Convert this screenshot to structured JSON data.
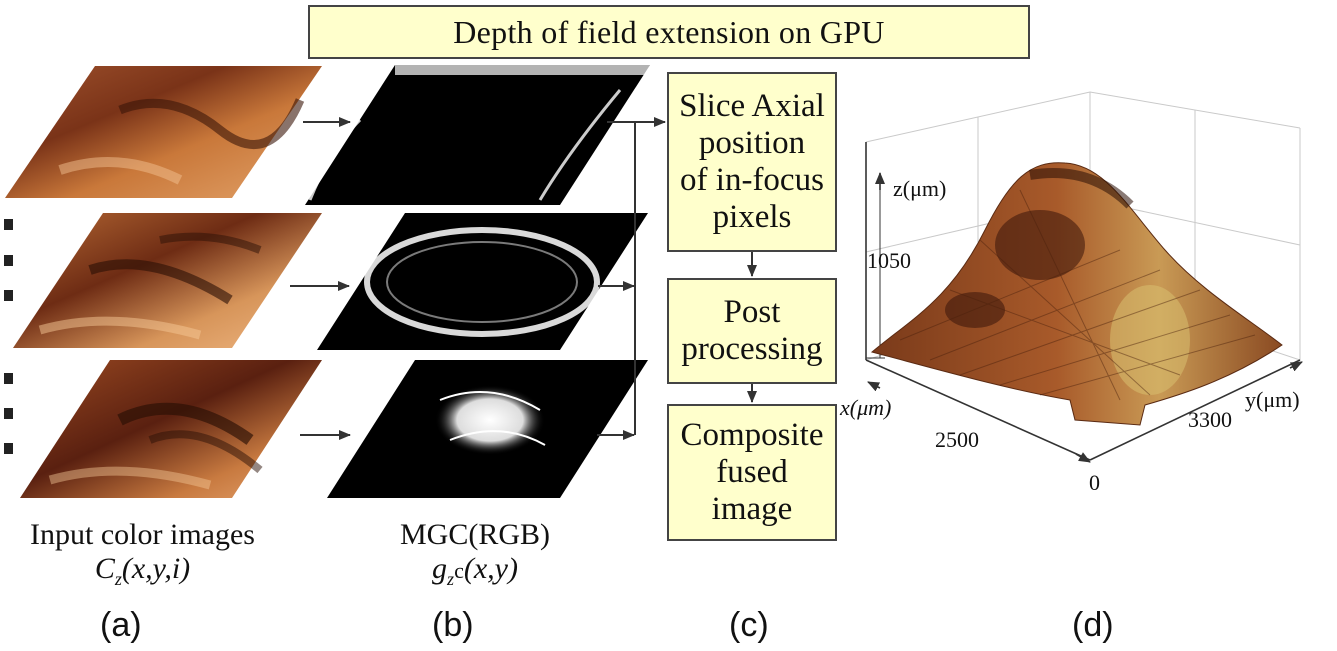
{
  "title": "Depth of field extension on GPU",
  "panel_a": {
    "caption_line1": "Input color images",
    "caption_var": "C",
    "caption_sub": "z",
    "caption_args": "(x,y,i)",
    "label": "(a)"
  },
  "panel_b": {
    "caption_line1": "MGC(RGB)",
    "caption_var": "g",
    "caption_sub": "z",
    "caption_sup": "c",
    "caption_args": "(x,y)",
    "label": "(b)"
  },
  "panel_c": {
    "steps": [
      {
        "lines": [
          "Slice Axial",
          "position",
          "of in-focus",
          "pixels"
        ]
      },
      {
        "lines": [
          "Post",
          "processing"
        ]
      },
      {
        "lines": [
          "Composite",
          "fused",
          "image"
        ]
      }
    ],
    "label": "(c)"
  },
  "panel_d": {
    "z_label": "z(μm)",
    "z_tick": "1050",
    "x_label": "x(μm)",
    "x_tick": "2500",
    "y_label": "y(μm)",
    "y_tick": "3300",
    "origin_tick": "0",
    "label": "(d)"
  },
  "colors": {
    "box_fill": "#ffffcc",
    "box_border": "#444444",
    "arrow": "#333333"
  }
}
